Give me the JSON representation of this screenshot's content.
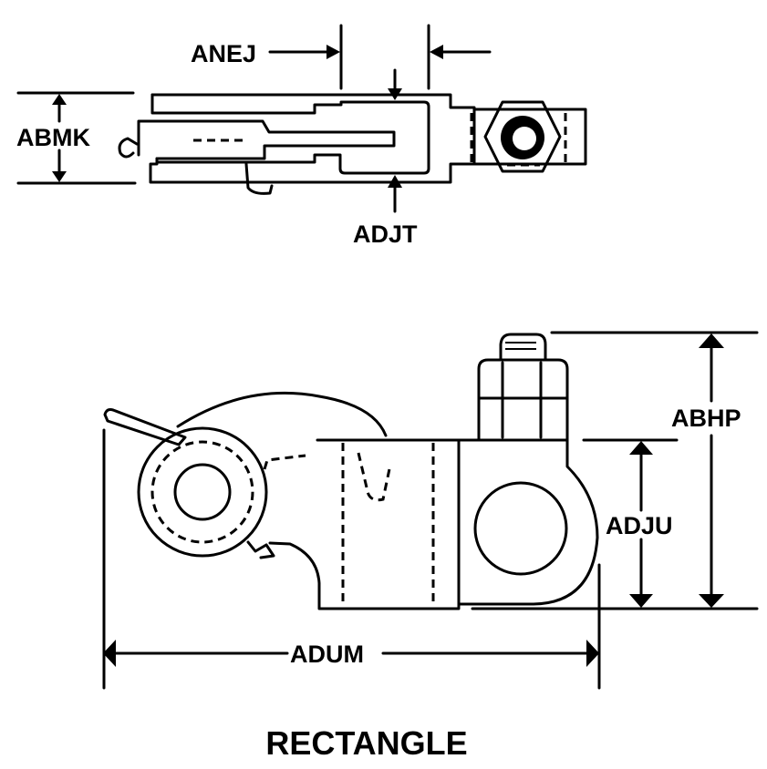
{
  "diagram": {
    "title": "RECTANGLE",
    "top_view": {
      "dimensions": {
        "anej": "ANEJ",
        "abmk": "ABMK",
        "adjt": "ADJT"
      }
    },
    "side_view": {
      "dimensions": {
        "abhp": "ABHP",
        "adju": "ADJU",
        "adum": "ADUM"
      }
    },
    "colors": {
      "line": "#000000",
      "background": "#ffffff"
    }
  }
}
